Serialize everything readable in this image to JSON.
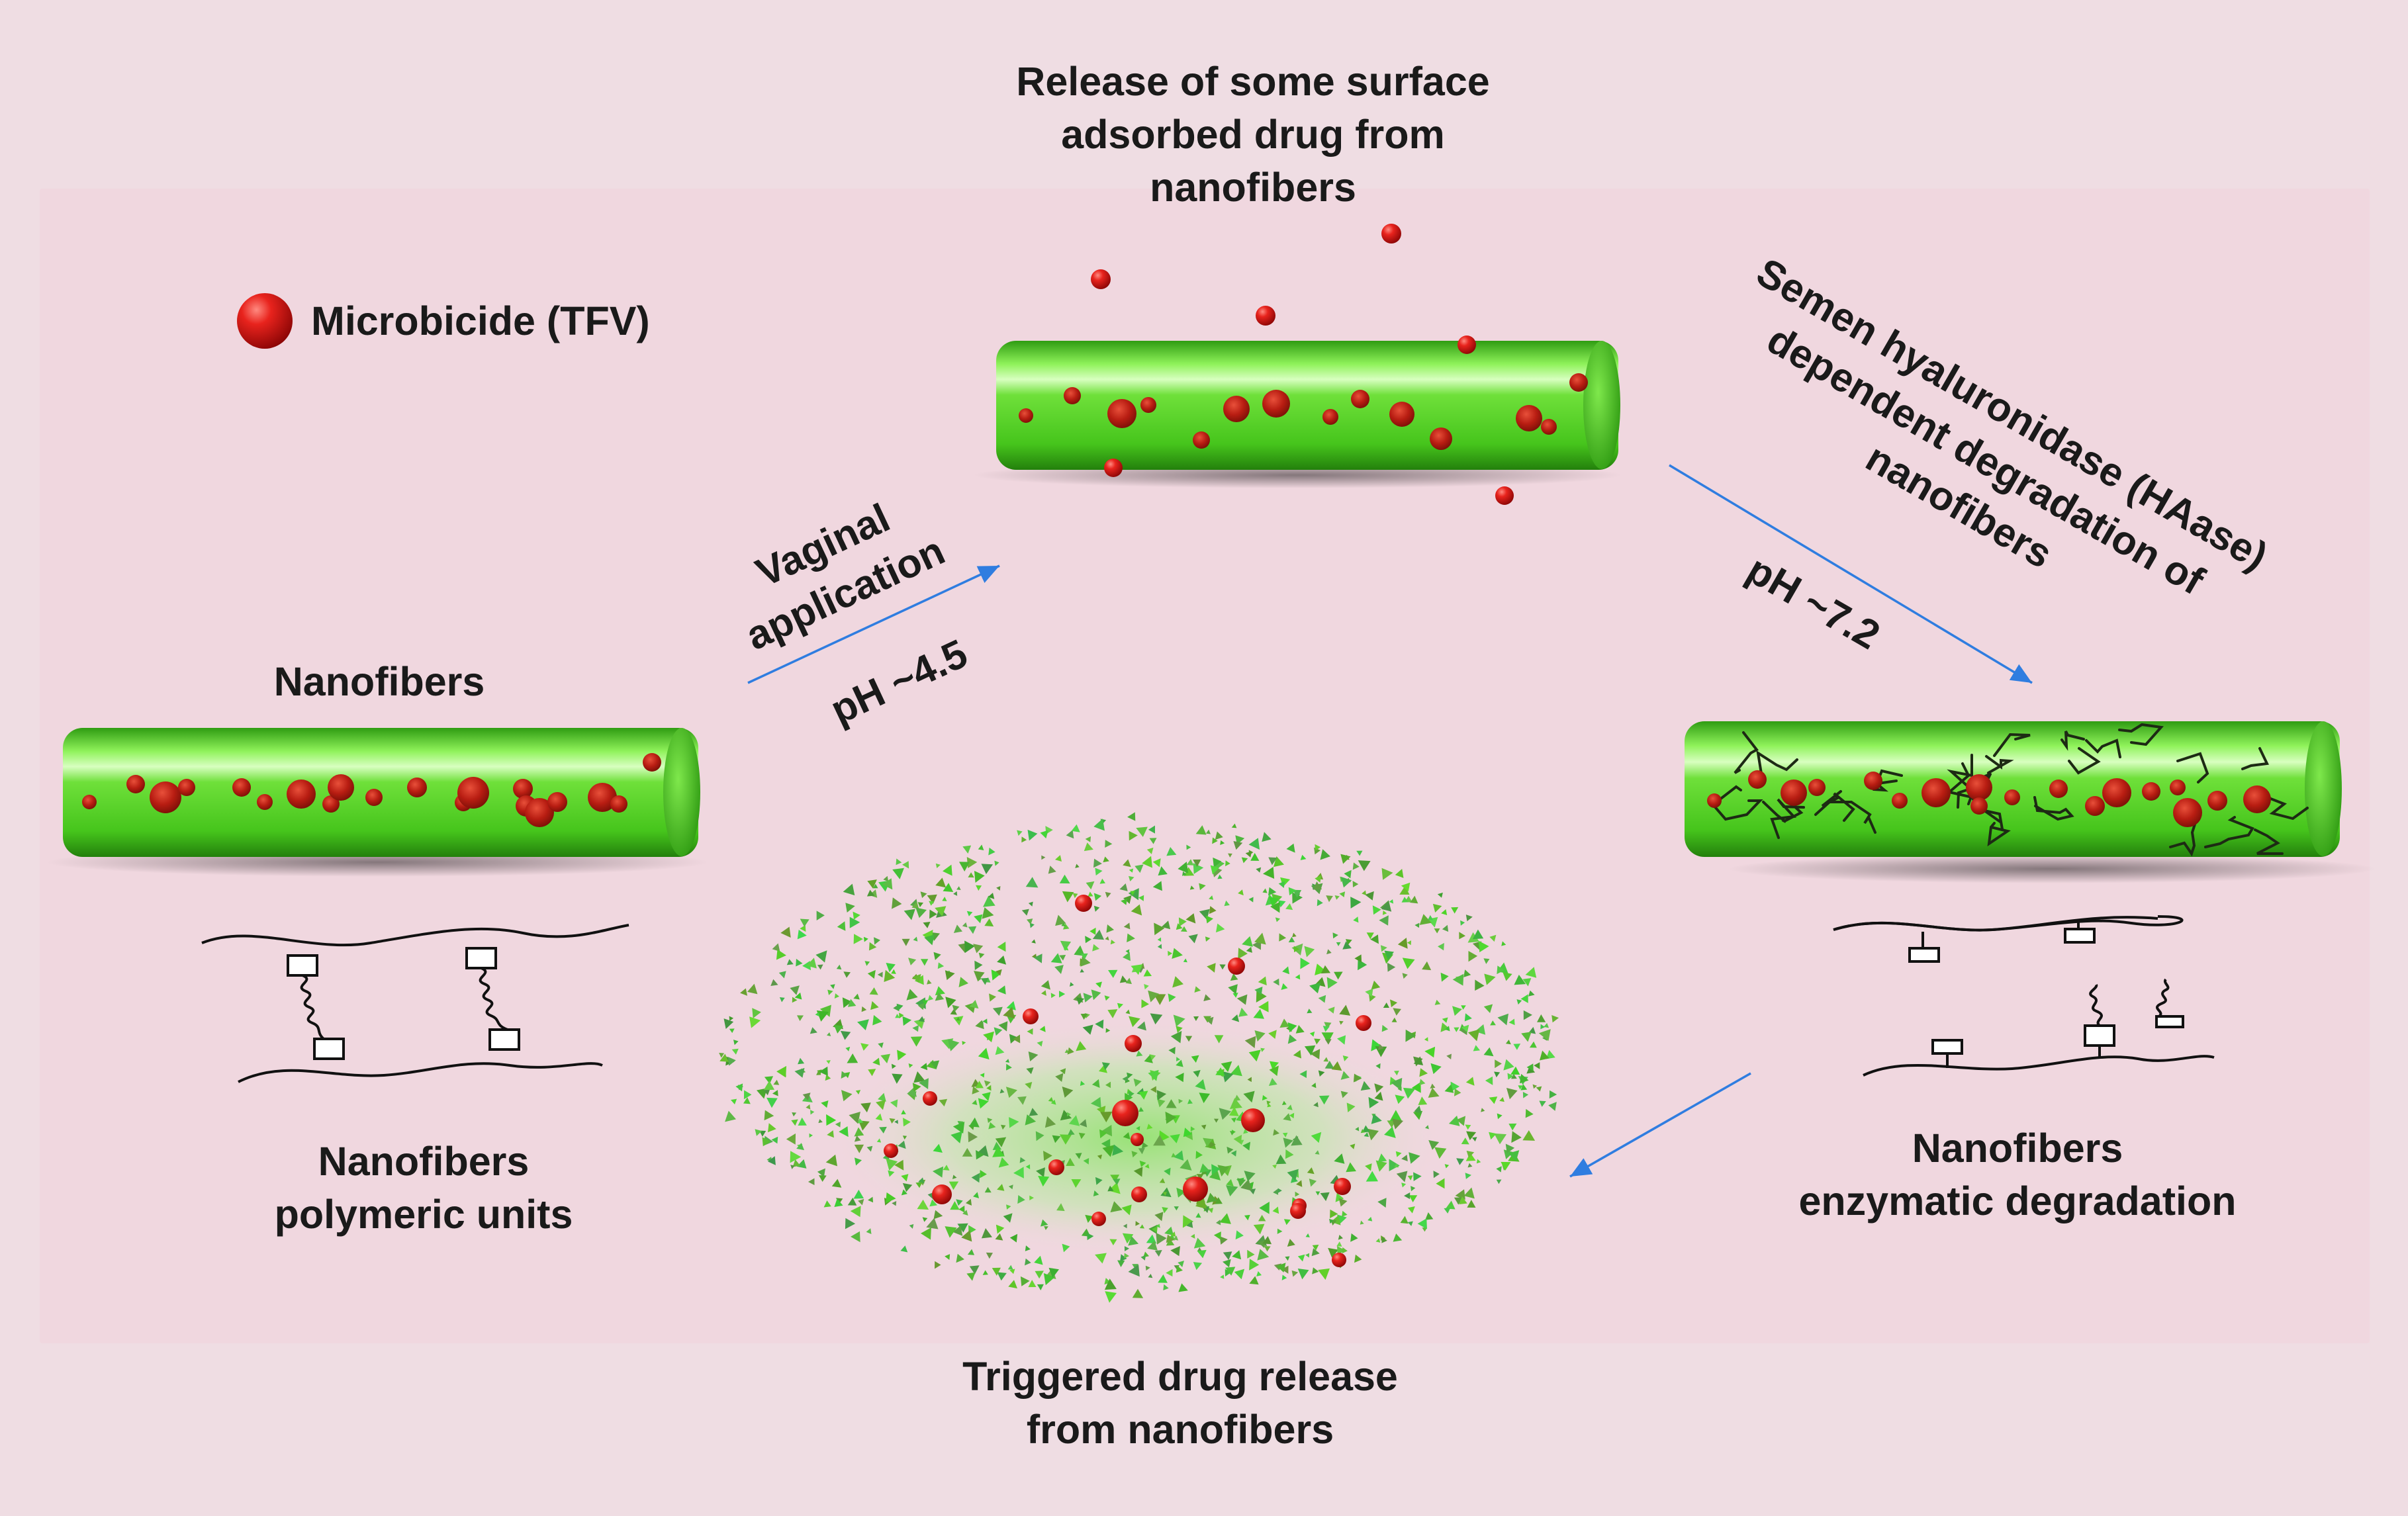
{
  "legend": {
    "label": "Microbicide (TFV)",
    "drug_color": "#d9141b"
  },
  "colors": {
    "fiber": "#58d62a",
    "arrow": "#2f7de0"
  },
  "stages": {
    "nanofibers_title": "Nanofibers",
    "polymeric_units": [
      "Nanofibers",
      "polymeric units"
    ],
    "surface_release": [
      "Release of some surface",
      "adsorbed drug from",
      "nanofibers"
    ],
    "vaginal_application": [
      "Vaginal",
      "application"
    ],
    "ph_acidic": "pH ~4.5",
    "enzyme_degradation": [
      "Semen hyaluronidase (HAase)",
      "dependent degradation of",
      "nanofibers"
    ],
    "ph_neutral": "pH ~7.2",
    "enzymatic_degradation": [
      "Nanofibers",
      "enzymatic degradation"
    ],
    "triggered_release": [
      "Triggered drug release",
      "from nanofibers"
    ]
  }
}
